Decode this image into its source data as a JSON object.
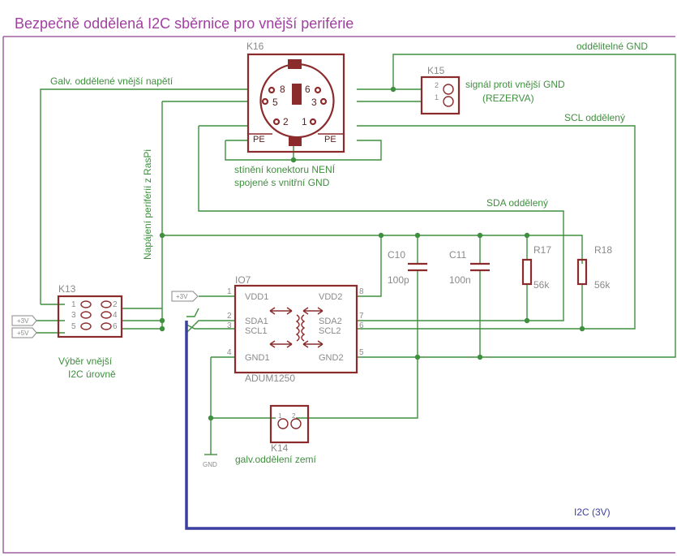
{
  "title": "Bezpečně oddělená I2C sběrnice pro vnější periférie",
  "nets": {
    "oddelitelne_gnd": "oddělitelné GND",
    "galv_napeti": "Galv. oddělené vnější napětí",
    "scl_oddeleny": "SCL oddělený",
    "sda_oddeleny": "SDA oddělený",
    "napajeni": "Napájení periférií z RasPi",
    "i2c_3v": "I2C (3V)",
    "gnd": "GND"
  },
  "ports": {
    "p3v_a": "+3V",
    "p3v_b": "+3V",
    "p5v": "+5V"
  },
  "k16": {
    "name": "K16",
    "pins": {
      "p8": "8",
      "p6": "6",
      "p5": "5",
      "p3": "3",
      "p2": "2",
      "p1": "1"
    },
    "pe_left": "PE",
    "pe_right": "PE",
    "note_line1": "stínění konektoru NENÍ",
    "note_line2": "spojené s vnitřní GND"
  },
  "k15": {
    "name": "K15",
    "pin2": "2",
    "pin1": "1",
    "label_line1": "signál proti vnější GND",
    "label_line2": "(REZERVA)"
  },
  "k13": {
    "name": "K13",
    "pins_left": [
      "1",
      "3",
      "5"
    ],
    "pins_right": [
      "2",
      "4",
      "6"
    ],
    "label_line1": "Výběr vnější",
    "label_line2": "I2C úrovně"
  },
  "k14": {
    "name": "K14",
    "pin1": "1",
    "pin2": "2",
    "label": "galv.oddělení zemí"
  },
  "io7": {
    "name": "IO7",
    "part": "ADUM1250",
    "left_pins": [
      {
        "num": "1",
        "label": "VDD1"
      },
      {
        "num": "2",
        "label": "SDA1"
      },
      {
        "num": "3",
        "label": "SCL1"
      },
      {
        "num": "4",
        "label": "GND1"
      }
    ],
    "right_pins": [
      {
        "num": "8",
        "label": "VDD2"
      },
      {
        "num": "7",
        "label": "SDA2"
      },
      {
        "num": "6",
        "label": "SCL2"
      },
      {
        "num": "5",
        "label": "GND2"
      }
    ]
  },
  "c10": {
    "name": "C10",
    "value": "100p"
  },
  "c11": {
    "name": "C11",
    "value": "100n"
  },
  "r17": {
    "name": "R17",
    "value": "56k"
  },
  "r18": {
    "name": "R18",
    "value": "56k"
  }
}
